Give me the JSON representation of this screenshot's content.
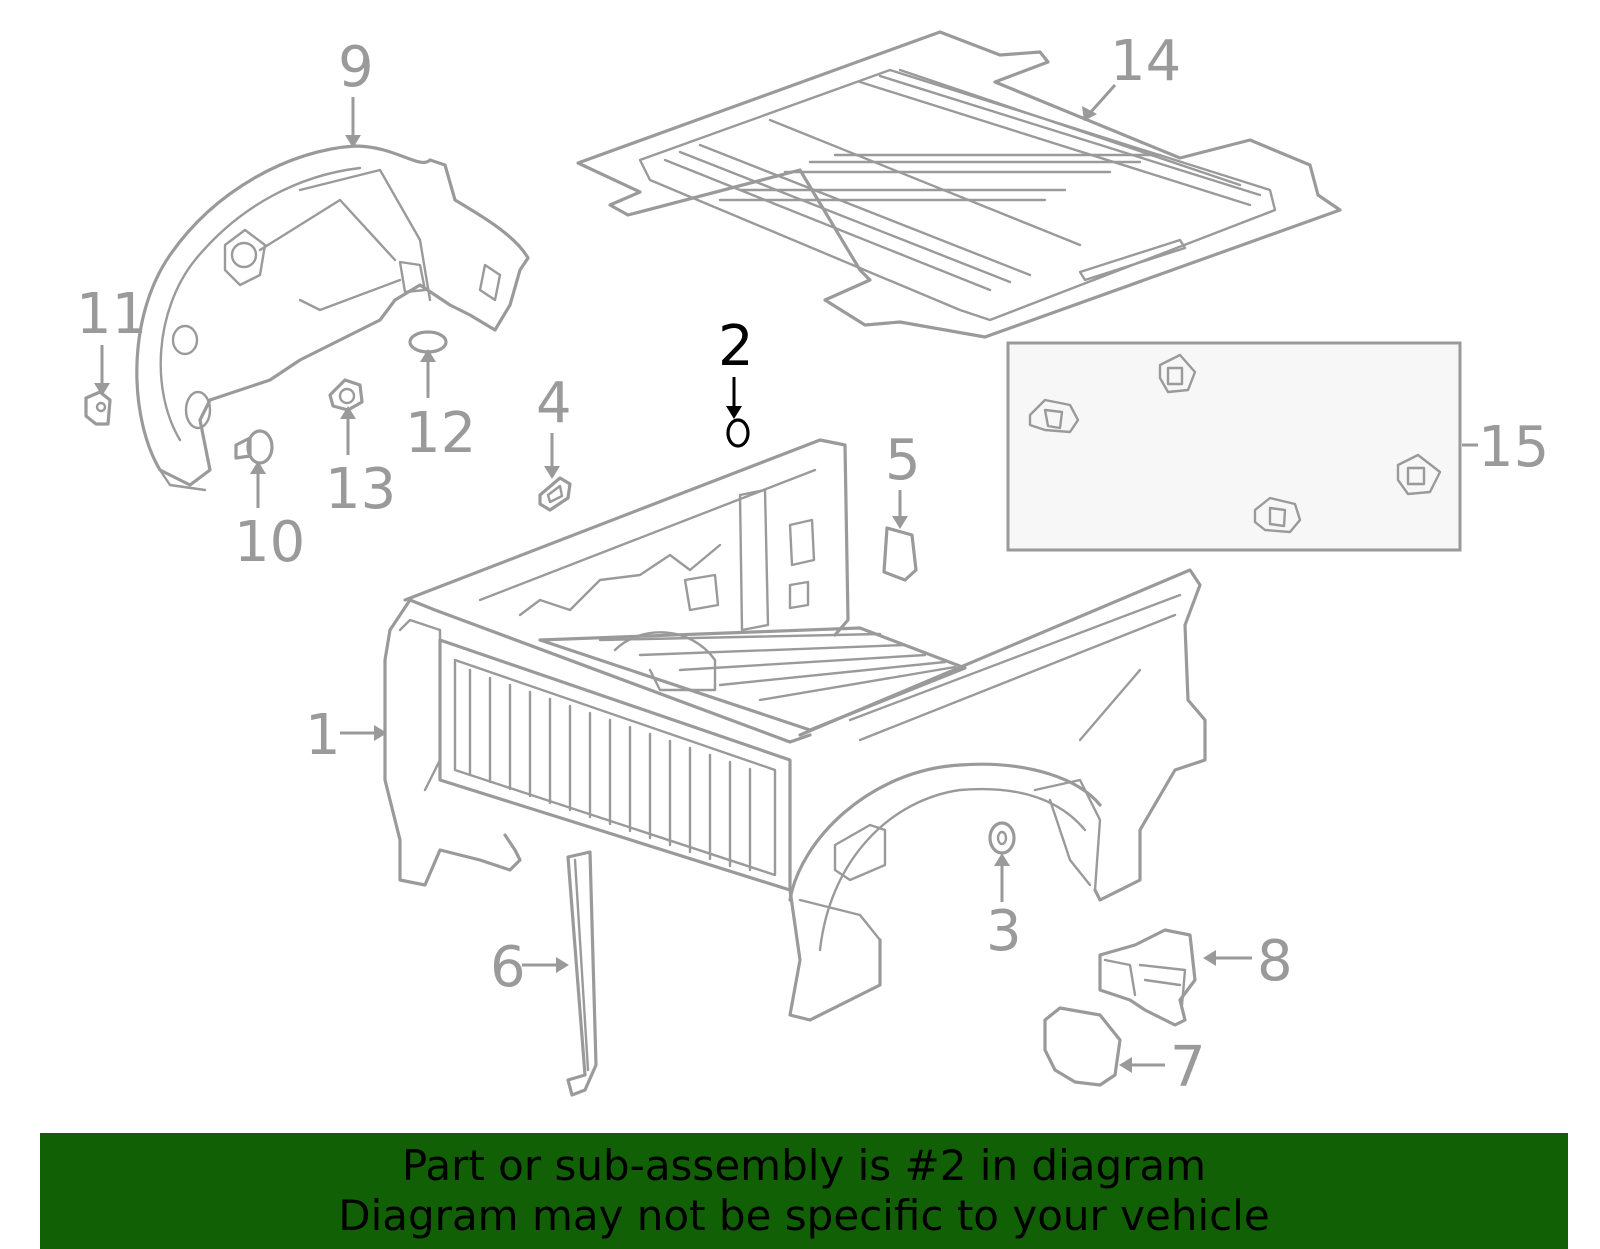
{
  "diagram": {
    "highlighted_part": "2",
    "callouts": [
      {
        "id": "c1",
        "label": "1"
      },
      {
        "id": "c2",
        "label": "2"
      },
      {
        "id": "c3",
        "label": "3"
      },
      {
        "id": "c4",
        "label": "4"
      },
      {
        "id": "c5",
        "label": "5"
      },
      {
        "id": "c6",
        "label": "6"
      },
      {
        "id": "c7",
        "label": "7"
      },
      {
        "id": "c8",
        "label": "8"
      },
      {
        "id": "c9",
        "label": "9"
      },
      {
        "id": "c10",
        "label": "10"
      },
      {
        "id": "c11",
        "label": "11"
      },
      {
        "id": "c12",
        "label": "12"
      },
      {
        "id": "c13",
        "label": "13"
      },
      {
        "id": "c14",
        "label": "14"
      },
      {
        "id": "c15",
        "label": "15"
      }
    ]
  },
  "banner": {
    "line1": "Part or sub-assembly is #2 in diagram",
    "line2": "Diagram may not be specific to your vehicle"
  },
  "colors": {
    "line": "#9a9a9a",
    "highlight": "#000000",
    "banner_bg": "#116006",
    "banner_text": "#000000"
  }
}
